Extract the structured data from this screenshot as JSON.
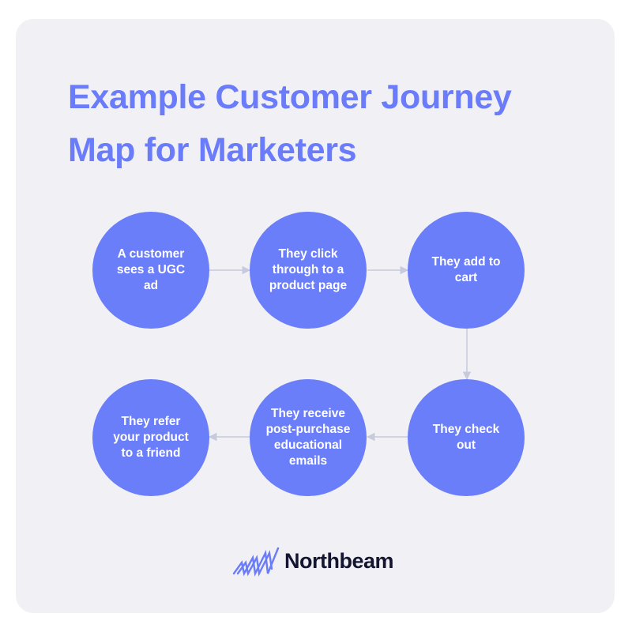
{
  "title": {
    "line1": "Example Customer Journey",
    "line2": "Map for Marketers"
  },
  "steps": [
    "A customer sees a UGC ad",
    "They click through to a product page",
    "They add to cart",
    "They check out",
    "They receive post-purchase educational emails",
    "They refer your product to a friend"
  ],
  "brand": {
    "name": "Northbeam",
    "logo_icon": "northbeam-logo-icon"
  },
  "colors": {
    "accent": "#6a7cfa",
    "node": "#6b7efa",
    "arrow": "#c7c9dc",
    "text_dark": "#141631",
    "background": "#f1f1f5"
  }
}
